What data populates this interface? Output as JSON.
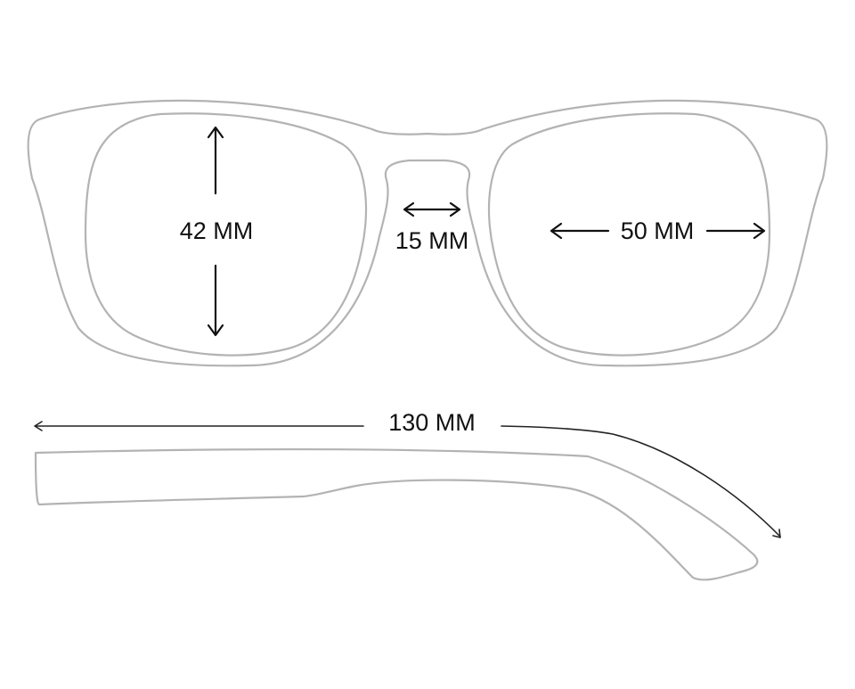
{
  "dimensions": {
    "lens_height": {
      "label": "42 MM",
      "value": 42,
      "unit": "MM"
    },
    "bridge_width": {
      "label": "15 MM",
      "value": 15,
      "unit": "MM"
    },
    "lens_width": {
      "label": "50 MM",
      "value": 50,
      "unit": "MM"
    },
    "temple_length": {
      "label": "130 MM",
      "value": 130,
      "unit": "MM"
    }
  },
  "colors": {
    "outline": "#b3b3b3",
    "dimension_lines": "#111111",
    "background": "#ffffff"
  }
}
